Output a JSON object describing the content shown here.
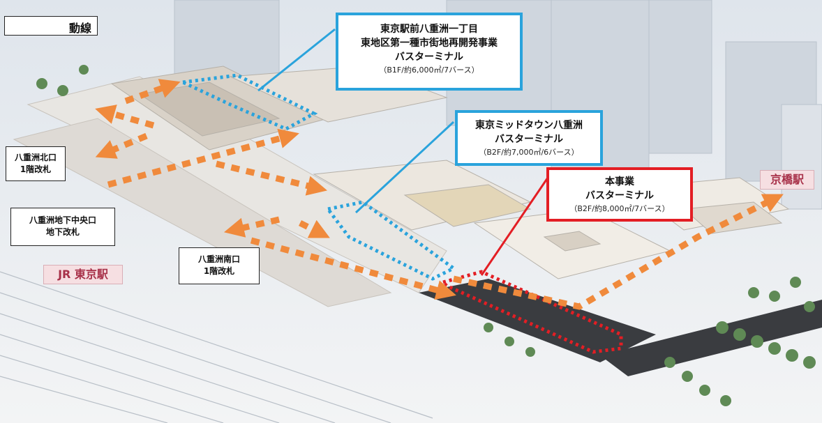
{
  "legend": {
    "label": "動線",
    "arrow_color": "#f08a3c"
  },
  "terminals": [
    {
      "name_lines": [
        "東京駅前八重洲一丁目",
        "東地区第一種市街地再開発事業",
        "バスターミナル"
      ],
      "spec": "（B1F/約6,000㎡/7バース）",
      "color": "#2aa3dc"
    },
    {
      "name_lines": [
        "東京ミッドタウン八重洲",
        "バスターミナル"
      ],
      "spec": "（B2F/約7,000㎡/6バース）",
      "color": "#2aa3dc"
    },
    {
      "name_lines": [
        "本事業",
        "バスターミナル"
      ],
      "spec": "（B2F/約8,000㎡/7バース）",
      "color": "#e31e24"
    }
  ],
  "gates": [
    {
      "lines": [
        "八重洲北口",
        "1階改札"
      ]
    },
    {
      "lines": [
        "八重洲地下中央口",
        "地下改札"
      ]
    },
    {
      "lines": [
        "八重洲南口",
        "1階改札"
      ]
    }
  ],
  "stations": {
    "jr": "JR 東京駅",
    "kyobashi": "京橋駅"
  }
}
